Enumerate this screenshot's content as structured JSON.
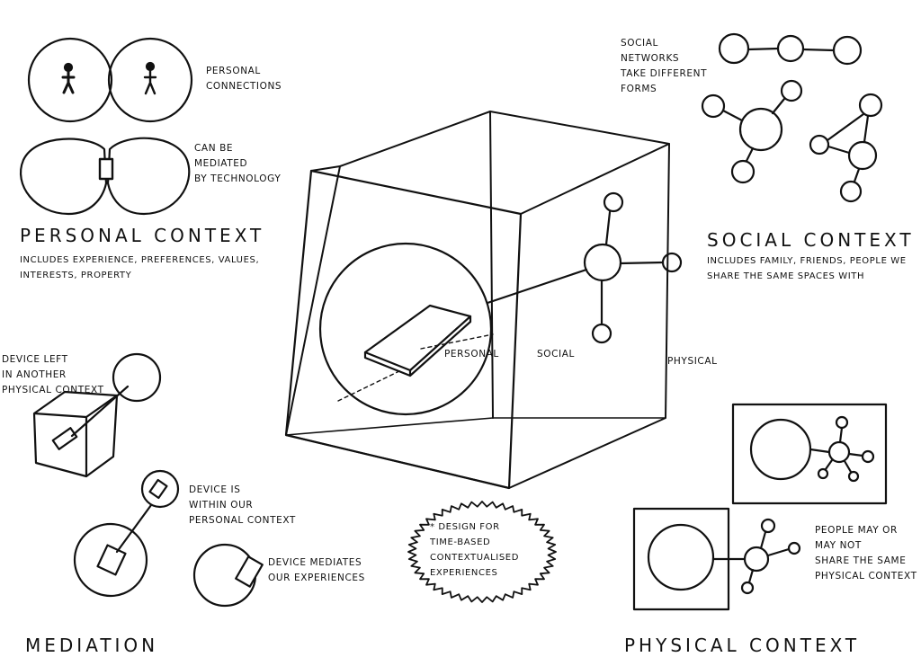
{
  "personal": {
    "connections_note": "PERSONAL\nCONNECTIONS",
    "mediated_note": "CAN BE\nMEDIATED\nBY TECHNOLOGY",
    "title": "PERSONAL CONTEXT",
    "description": "INCLUDES EXPERIENCE, PREFERENCES, VALUES,\nINTERESTS, PROPERTY"
  },
  "social": {
    "networks_note": "SOCIAL\nNETWORKS\nTAKE DIFFERENT\nFORMS",
    "title": "SOCIAL CONTEXT",
    "description": "INCLUDES FAMILY, FRIENDS, PEOPLE WE\nSHARE THE SAME SPACES WITH"
  },
  "cube": {
    "label_personal": "PERSONAL",
    "label_social": "SOCIAL",
    "label_physical": "PHYSICAL"
  },
  "mediation": {
    "device_left_note": "DEVICE LEFT\nIN ANOTHER\nPHYSICAL CONTEXT",
    "device_within_note": "DEVICE IS\nWITHIN OUR\nPERSONAL CONTEXT",
    "device_mediates_note": "DEVICE MEDIATES\nOUR EXPERIENCES",
    "title": "MEDIATION"
  },
  "design_note": "* DESIGN FOR\nTIME-BASED\nCONTEXTUALISED\nEXPERIENCES",
  "physical": {
    "people_note": "PEOPLE MAY OR\nMAY NOT\nSHARE THE SAME\nPHYSICAL CONTEXT",
    "title": "PHYSICAL CONTEXT"
  }
}
